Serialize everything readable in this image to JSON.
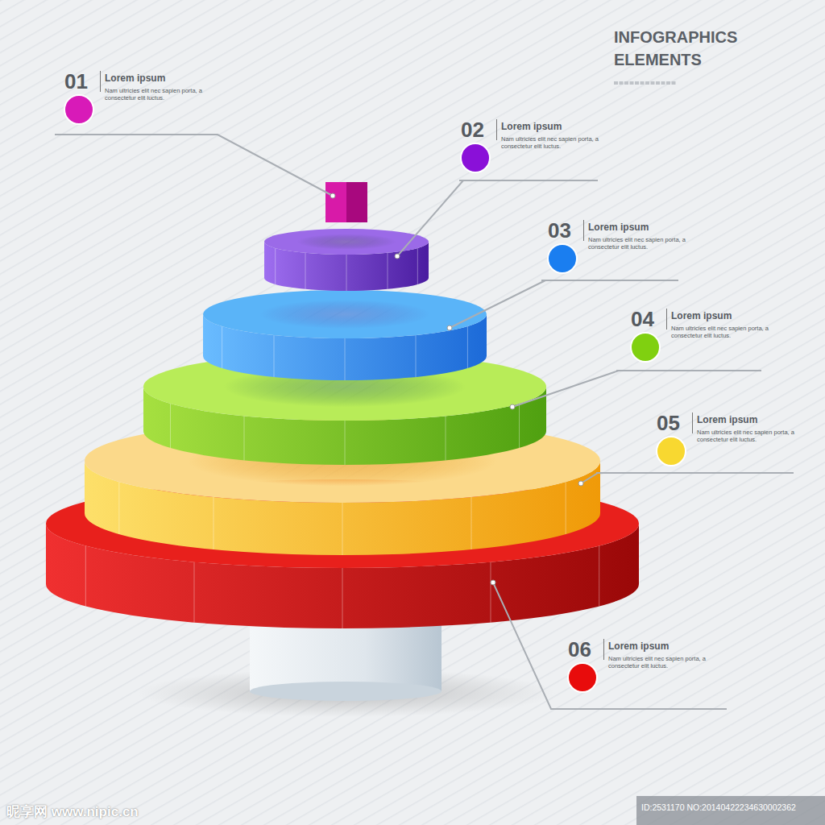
{
  "diagram": {
    "title": "INFOGRAPHICS ELEMENTS",
    "nodes": [
      {
        "text": [
          "01",
          "Lorem ipsum",
          "Nam ultricies elit nec sapien porta, a consectetur elit luctus."
        ]
      },
      {
        "text": [
          "02",
          "Lorem ipsum",
          "Nam ultricies elit nec sapien porta, a consectetur elit luctus."
        ]
      },
      {
        "text": [
          "03",
          "Lorem ipsum",
          "Nam ultricies elit nec sapien porta, a consectetur elit luctus."
        ]
      },
      {
        "text": [
          "04",
          "Lorem ipsum",
          "Nam ultricies elit nec sapien porta, a consectetur elit luctus."
        ]
      },
      {
        "text": [
          "05",
          "Lorem ipsum",
          "Nam ultricies elit nec sapien porta, a consectetur elit luctus."
        ]
      },
      {
        "text": [
          "06",
          "Lorem ipsum",
          "Nam ultricies elit nec sapien porta, a consectetur elit luctus."
        ]
      }
    ],
    "labels": [
      "昵享网 www.nipic.cn",
      "ID:2531170 NO:20140422234630002362"
    ]
  }
}
